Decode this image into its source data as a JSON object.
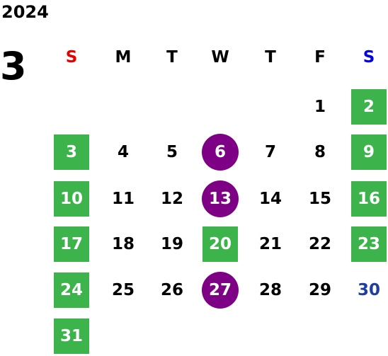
{
  "calendar": {
    "year": "2024",
    "month": "3",
    "weekdays": [
      {
        "label": "S",
        "color": "#e60000"
      },
      {
        "label": "M",
        "color": "#000000"
      },
      {
        "label": "T",
        "color": "#000000"
      },
      {
        "label": "W",
        "color": "#000000"
      },
      {
        "label": "T",
        "color": "#000000"
      },
      {
        "label": "F",
        "color": "#000000"
      },
      {
        "label": "S",
        "color": "#0000e6"
      }
    ],
    "colors": {
      "holiday_green": "#3cb44b",
      "event_purple": "#7d0085",
      "default_text": "#000000",
      "saturday_blue_text": "#1f3f99"
    },
    "days": [
      {
        "day": "1",
        "style": "plain"
      },
      {
        "day": "2",
        "style": "green-box"
      },
      {
        "day": "3",
        "style": "green-box"
      },
      {
        "day": "4",
        "style": "plain"
      },
      {
        "day": "5",
        "style": "plain"
      },
      {
        "day": "6",
        "style": "purple-circle"
      },
      {
        "day": "7",
        "style": "plain"
      },
      {
        "day": "8",
        "style": "plain"
      },
      {
        "day": "9",
        "style": "green-box"
      },
      {
        "day": "10",
        "style": "green-box"
      },
      {
        "day": "11",
        "style": "plain"
      },
      {
        "day": "12",
        "style": "plain"
      },
      {
        "day": "13",
        "style": "purple-circle"
      },
      {
        "day": "14",
        "style": "plain"
      },
      {
        "day": "15",
        "style": "plain"
      },
      {
        "day": "16",
        "style": "green-box"
      },
      {
        "day": "17",
        "style": "green-box"
      },
      {
        "day": "18",
        "style": "plain"
      },
      {
        "day": "19",
        "style": "plain"
      },
      {
        "day": "20",
        "style": "green-box"
      },
      {
        "day": "21",
        "style": "plain"
      },
      {
        "day": "22",
        "style": "plain"
      },
      {
        "day": "23",
        "style": "green-box"
      },
      {
        "day": "24",
        "style": "green-box"
      },
      {
        "day": "25",
        "style": "plain"
      },
      {
        "day": "26",
        "style": "plain"
      },
      {
        "day": "27",
        "style": "purple-circle"
      },
      {
        "day": "28",
        "style": "plain"
      },
      {
        "day": "29",
        "style": "plain"
      },
      {
        "day": "30",
        "style": "blue-text"
      },
      {
        "day": "31",
        "style": "green-box"
      }
    ]
  }
}
